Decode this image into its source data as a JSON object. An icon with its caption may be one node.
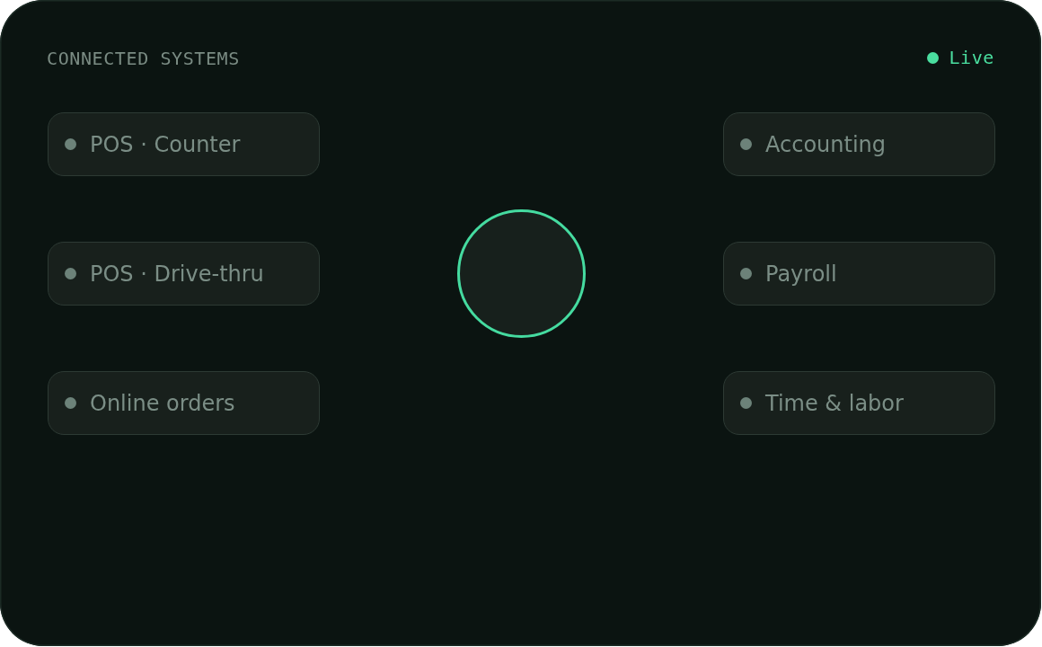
{
  "diagram": {
    "title": "CONNECTED SYSTEMS",
    "nodes": [
      {
        "text": [
          "POS · Counter"
        ]
      },
      {
        "text": [
          "Accounting"
        ]
      },
      {
        "text": [
          "POS · Drive-thru"
        ]
      },
      {
        "text": [],
        "shape": "circle"
      },
      {
        "text": [
          "Payroll"
        ]
      },
      {
        "text": [
          "Online orders"
        ]
      },
      {
        "text": [
          "Time & labor"
        ]
      }
    ],
    "labels": [
      "Live"
    ]
  }
}
